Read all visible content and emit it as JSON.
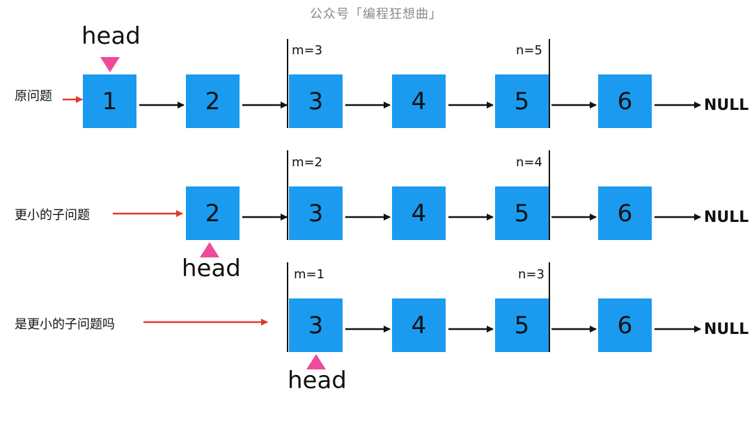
{
  "watermark": "公众号「编程狂想曲」",
  "rows": [
    {
      "label": "原问题",
      "nodes": [
        "1",
        "2",
        "3",
        "4",
        "5",
        "6"
      ],
      "m": "m=3",
      "n": "n=5",
      "null": "NULL",
      "head": "head"
    },
    {
      "label": "更小的子问题",
      "nodes": [
        "2",
        "3",
        "4",
        "5",
        "6"
      ],
      "m": "m=2",
      "n": "n=4",
      "null": "NULL",
      "head": "head"
    },
    {
      "label": "是更小的子问题吗",
      "nodes": [
        "3",
        "4",
        "5",
        "6"
      ],
      "m": "m=1",
      "n": "n=3",
      "null": "NULL",
      "head": "head"
    }
  ],
  "colors": {
    "node": "#1a9bf0",
    "pointer": "#ee4b9a",
    "red_arrow": "#e23a2a",
    "black_arrow": "#111111"
  }
}
